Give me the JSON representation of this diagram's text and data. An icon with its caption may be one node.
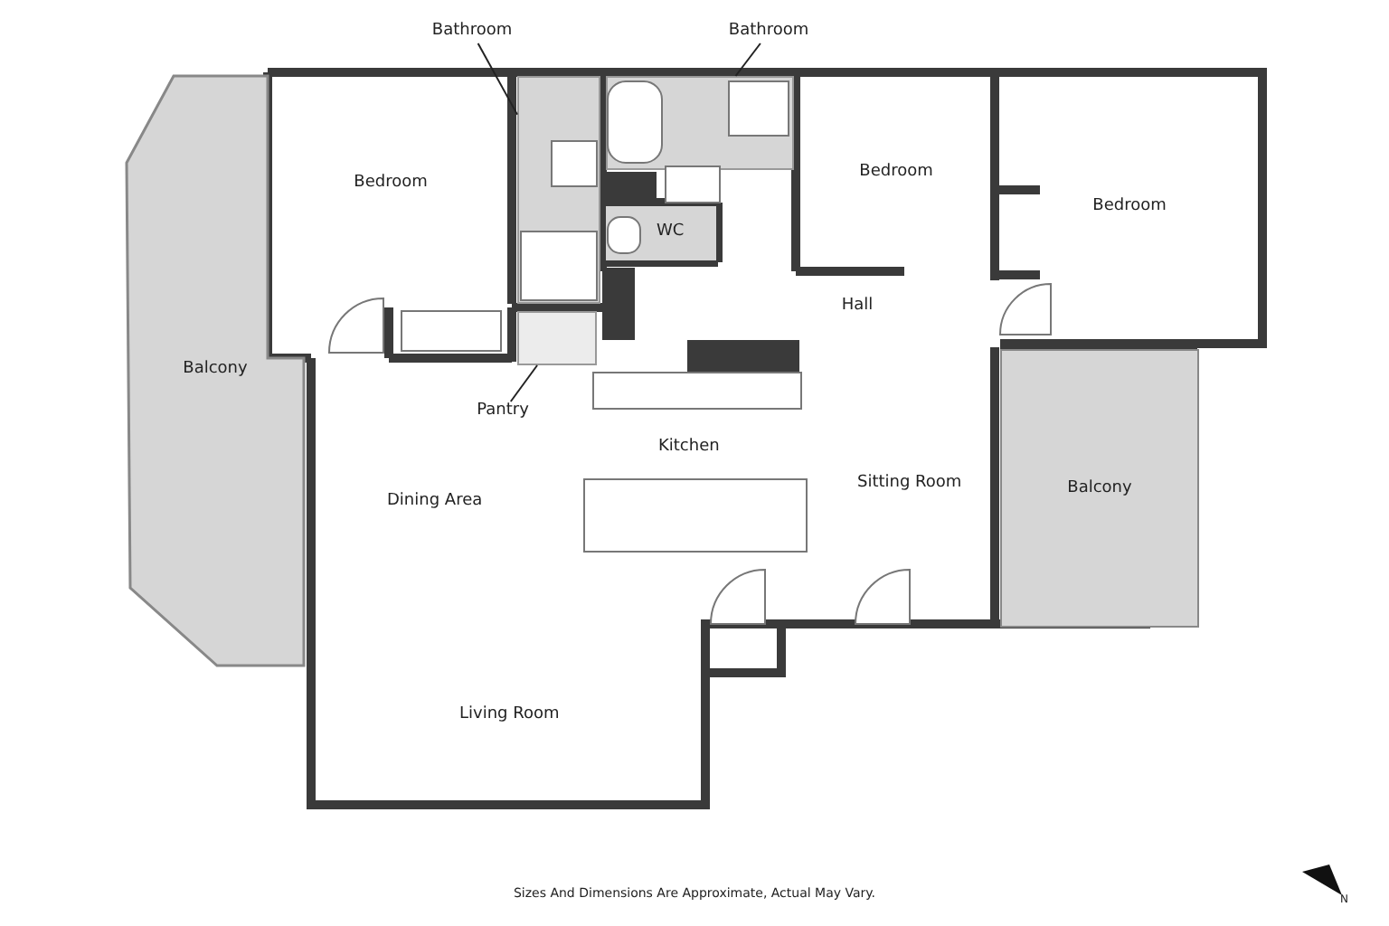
{
  "diagram": {
    "caption": "Sizes And Dimensions Are Approximate, Actual May Vary.",
    "nodes": [
      {
        "text": [
          "Bathroom"
        ]
      },
      {
        "text": [
          "Bathroom"
        ]
      },
      {
        "text": [
          "Bedroom"
        ]
      },
      {
        "text": [],
        "shape": "box"
      },
      {
        "text": [],
        "shape": "box"
      },
      {
        "text": [
          "WC"
        ]
      },
      {
        "text": [
          "Bedroom"
        ]
      },
      {
        "text": [
          "Bedroom"
        ]
      },
      {
        "text": [
          "Hall"
        ]
      },
      {
        "text": [
          "Balcony"
        ]
      },
      {
        "text": [
          "Pantry"
        ]
      },
      {
        "text": [],
        "shape": "box"
      },
      {
        "text": [
          "Kitchen",
          "Dining Area",
          "Sitting Room",
          "Living Room"
        ]
      },
      {
        "text": [
          "Balcony"
        ]
      }
    ],
    "edges": [
      {
        "from": 0,
        "to": 3,
        "arrow": "none"
      },
      {
        "from": 1,
        "to": 4,
        "arrow": "none"
      },
      {
        "from": 10,
        "to": 11,
        "arrow": "none"
      }
    ],
    "labels": [
      "N"
    ]
  }
}
